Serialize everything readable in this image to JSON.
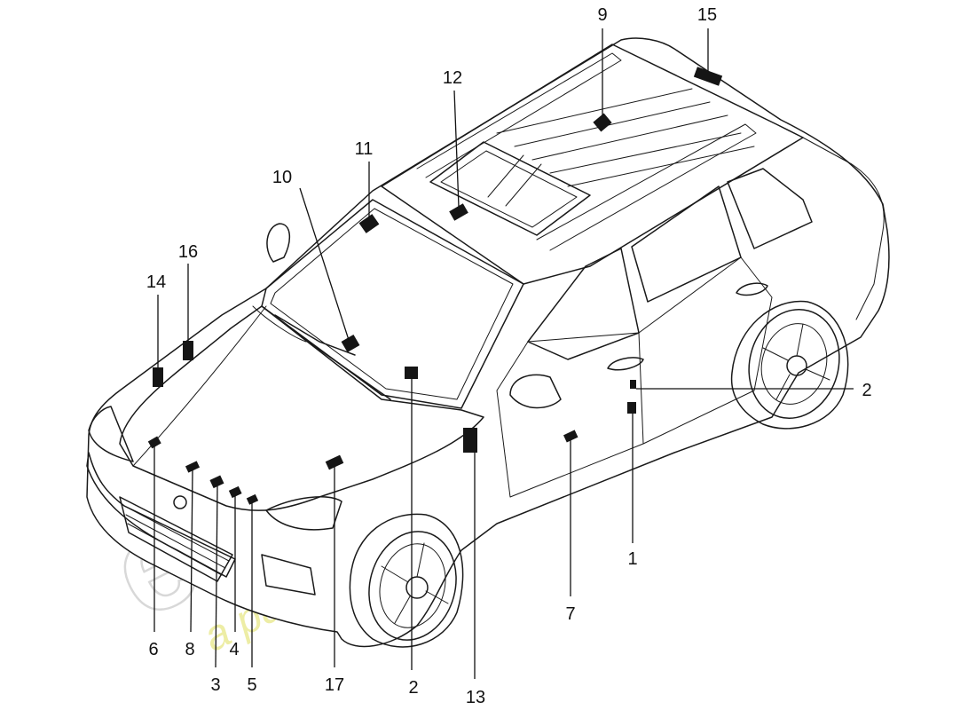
{
  "callouts": [
    {
      "id": "1",
      "text": "1"
    },
    {
      "id": "2a",
      "text": "2"
    },
    {
      "id": "2b",
      "text": "2"
    },
    {
      "id": "3",
      "text": "3"
    },
    {
      "id": "4",
      "text": "4"
    },
    {
      "id": "5",
      "text": "5"
    },
    {
      "id": "6",
      "text": "6"
    },
    {
      "id": "7",
      "text": "7"
    },
    {
      "id": "8",
      "text": "8"
    },
    {
      "id": "9",
      "text": "9"
    },
    {
      "id": "10",
      "text": "10"
    },
    {
      "id": "11",
      "text": "11"
    },
    {
      "id": "12",
      "text": "12"
    },
    {
      "id": "13",
      "text": "13"
    },
    {
      "id": "14",
      "text": "14"
    },
    {
      "id": "15",
      "text": "15"
    },
    {
      "id": "16",
      "text": "16"
    },
    {
      "id": "17",
      "text": "17"
    }
  ],
  "watermark": {
    "brand": "eurospares",
    "tagline": "a passion for parts since 1985"
  },
  "colors": {
    "line": "#1a1a1a",
    "label_marker": "#151515",
    "watermark_brand": "#d4d4d4",
    "watermark_tagline": "#ecec9c"
  }
}
